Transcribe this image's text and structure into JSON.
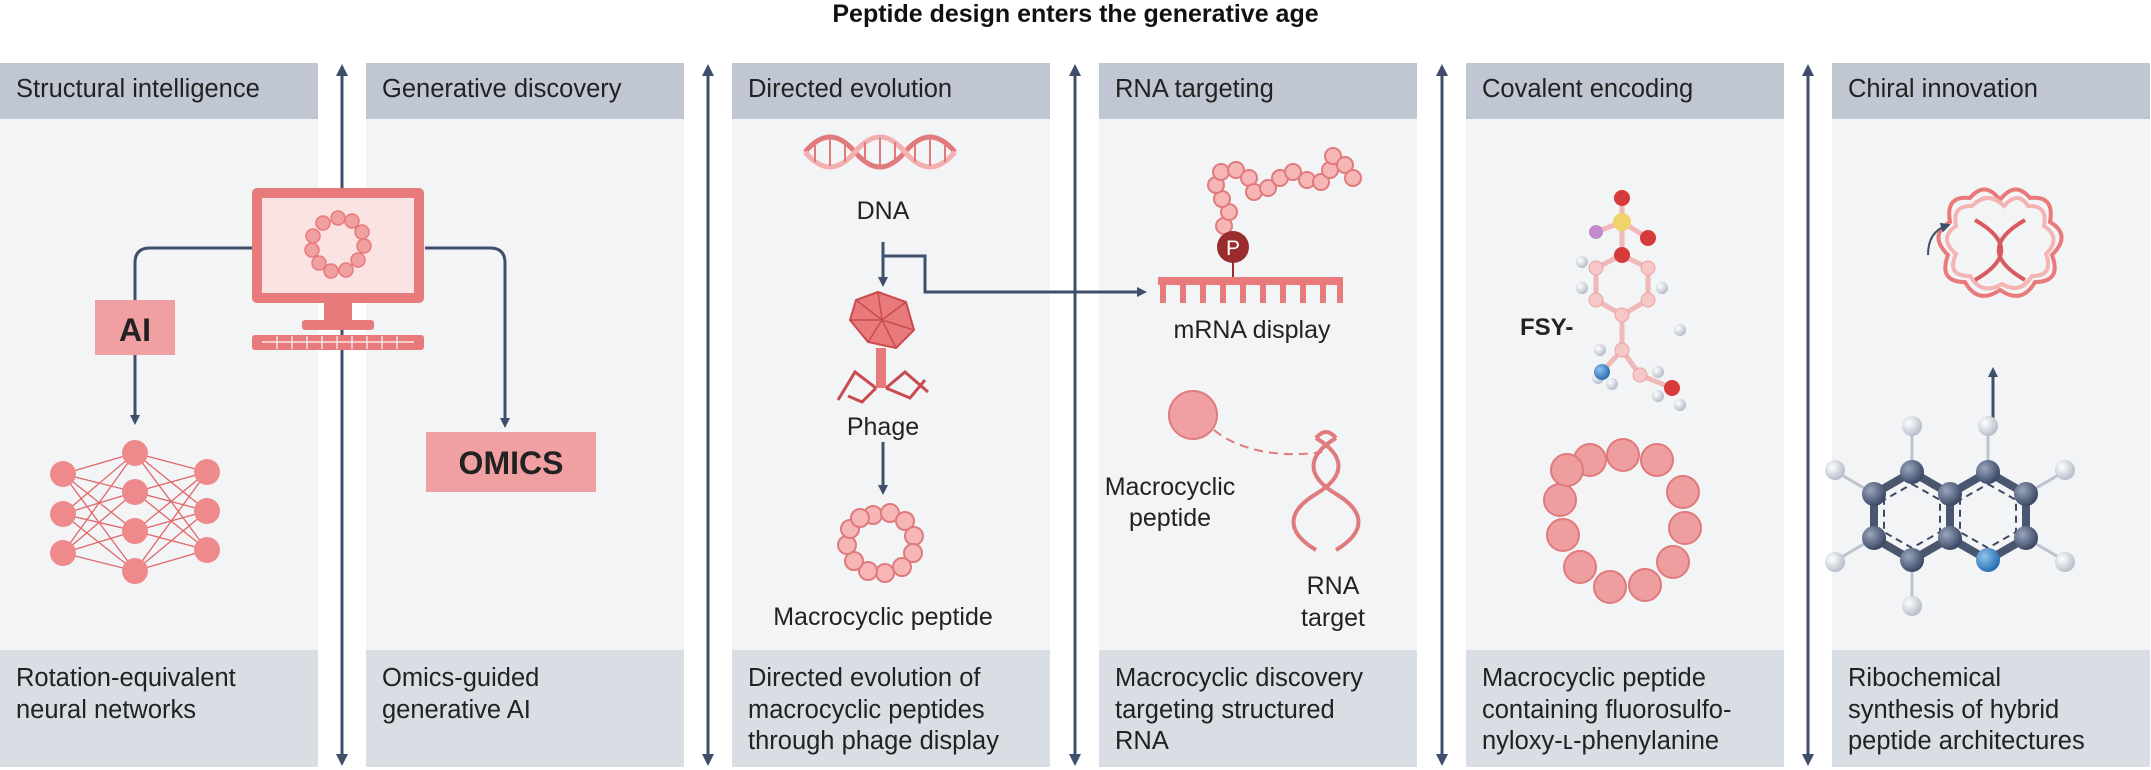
{
  "title": "Peptide design enters the generative age",
  "colors": {
    "header": "#c0c6d2",
    "footer": "#d9dde4",
    "panel": "#f3f4f6",
    "accent": "#e87a7c",
    "accent_dark": "#c94b4f",
    "arrow": "#3f4f6b"
  },
  "panels": [
    {
      "heading": "Structural intelligence",
      "caption": "Rotation-equivalent\nneural networks"
    },
    {
      "heading": "Generative discovery",
      "caption": "Omics-guided\ngenerative AI"
    },
    {
      "heading": "Directed evolution",
      "caption": "Directed evolution of\nmacrocyclic peptides\nthrough phage display"
    },
    {
      "heading": "RNA targeting",
      "caption": "Macrocyclic discovery\ntargeting structured\nRNA"
    },
    {
      "heading": "Covalent encoding",
      "caption": "Macrocyclic peptide\ncontaining fluorosulfo-\nnyloxy-ʟ-phenylanine"
    },
    {
      "heading": "Chiral innovation",
      "caption": "Ribochemical\nsynthesis of hybrid\npeptide architectures"
    }
  ],
  "labels": {
    "ai": "AI",
    "omics": "OMICS",
    "dna": "DNA",
    "phage": "Phage",
    "macrocyclic_peptide": "Macrocyclic peptide",
    "p": "P",
    "mrna_display": "mRNA display",
    "macrocyclic_line1": "Macrocyclic",
    "macrocyclic_line2": "peptide",
    "rna_line1": "RNA",
    "rna_line2": "target",
    "fsy": "FSY-"
  },
  "icons": [
    "computer-icon",
    "neural-network-icon",
    "dna-helix-icon",
    "phage-icon",
    "macrocycle-icon",
    "mrna-strand-icon",
    "rna-hairpin-icon",
    "molecule-icon",
    "ribbon-macrocycle-icon",
    "quinoline-icon"
  ]
}
